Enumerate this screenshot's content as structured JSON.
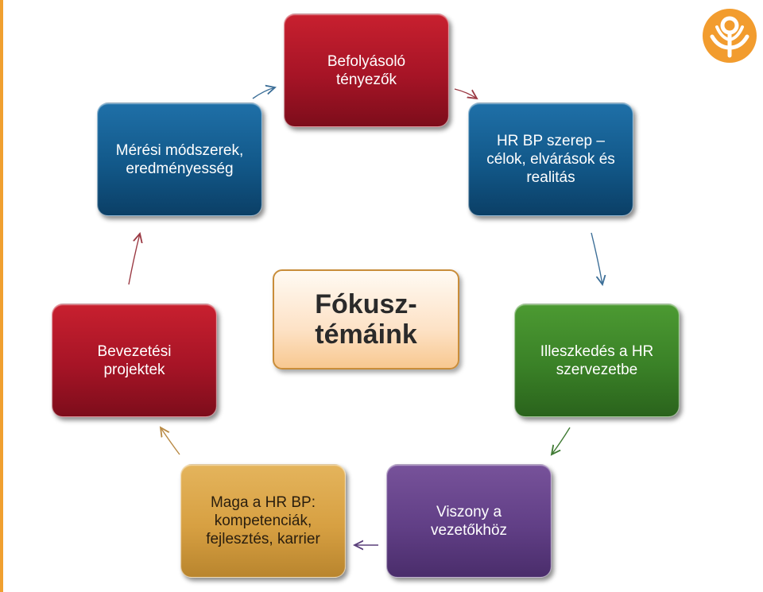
{
  "diagram": {
    "center": "Fókusz-\ntémáink",
    "nodes": {
      "top": "Befolyásoló\ntényezők",
      "top_right": "HR BP szerep –\ncélok, elvárások és\nrealitás",
      "right": "Illeszkedés a HR\nszervezetbe",
      "bottom_right": "Viszony a\nvezetőkhöz",
      "bottom_left": "Maga a HR BP:\nkompetenciák,\nfejlesztés, karrier",
      "left": "Bevezetési\nprojektek",
      "top_left": "Mérési módszerek,\neredményesség"
    }
  },
  "colors": {
    "red": "#a61426",
    "blue": "#125889",
    "green": "#3a8127",
    "purple": "#613f86",
    "gold": "#d7a042",
    "center": "#fde2c6",
    "accent_orange": "#f0a030"
  },
  "icons": {
    "logo": "orange-circle-tree-logo"
  }
}
